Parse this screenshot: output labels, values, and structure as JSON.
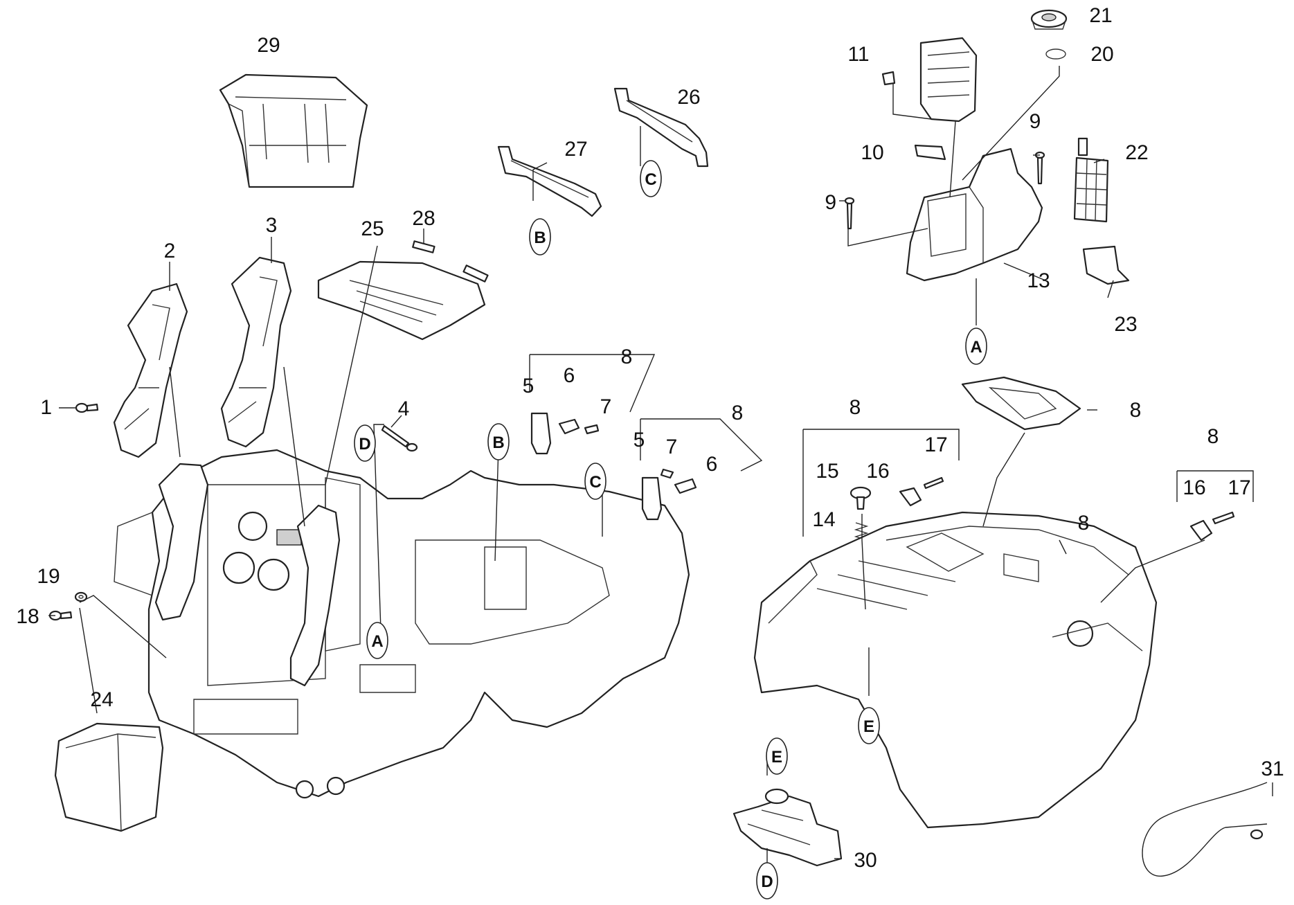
{
  "diagram": {
    "part_numbers": [
      {
        "id": "p1",
        "label": "1"
      },
      {
        "id": "p2",
        "label": "2"
      },
      {
        "id": "p3",
        "label": "3"
      },
      {
        "id": "p4",
        "label": "4"
      },
      {
        "id": "p5a",
        "label": "5"
      },
      {
        "id": "p5b",
        "label": "5"
      },
      {
        "id": "p6a",
        "label": "6"
      },
      {
        "id": "p6b",
        "label": "6"
      },
      {
        "id": "p7a",
        "label": "7"
      },
      {
        "id": "p7b",
        "label": "7"
      },
      {
        "id": "p8a",
        "label": "8"
      },
      {
        "id": "p8b",
        "label": "8"
      },
      {
        "id": "p8c",
        "label": "8"
      },
      {
        "id": "p8d",
        "label": "8"
      },
      {
        "id": "p8e",
        "label": "8"
      },
      {
        "id": "p8f",
        "label": "8"
      },
      {
        "id": "p9a",
        "label": "9"
      },
      {
        "id": "p9b",
        "label": "9"
      },
      {
        "id": "p10",
        "label": "10"
      },
      {
        "id": "p11",
        "label": "11"
      },
      {
        "id": "p13",
        "label": "13"
      },
      {
        "id": "p14",
        "label": "14"
      },
      {
        "id": "p15",
        "label": "15"
      },
      {
        "id": "p16a",
        "label": "16"
      },
      {
        "id": "p16b",
        "label": "16"
      },
      {
        "id": "p17a",
        "label": "17"
      },
      {
        "id": "p17b",
        "label": "17"
      },
      {
        "id": "p18",
        "label": "18"
      },
      {
        "id": "p19",
        "label": "19"
      },
      {
        "id": "p20",
        "label": "20"
      },
      {
        "id": "p21",
        "label": "21"
      },
      {
        "id": "p22",
        "label": "22"
      },
      {
        "id": "p23",
        "label": "23"
      },
      {
        "id": "p24",
        "label": "24"
      },
      {
        "id": "p25",
        "label": "25"
      },
      {
        "id": "p26",
        "label": "26"
      },
      {
        "id": "p27",
        "label": "27"
      },
      {
        "id": "p28",
        "label": "28"
      },
      {
        "id": "p29",
        "label": "29"
      },
      {
        "id": "p30",
        "label": "30"
      },
      {
        "id": "p31",
        "label": "31"
      }
    ],
    "connection_refs": [
      {
        "id": "refA1",
        "label": "A"
      },
      {
        "id": "refA2",
        "label": "A"
      },
      {
        "id": "refB1",
        "label": "B"
      },
      {
        "id": "refB2",
        "label": "B"
      },
      {
        "id": "refC1",
        "label": "C"
      },
      {
        "id": "refC2",
        "label": "C"
      },
      {
        "id": "refD1",
        "label": "D"
      },
      {
        "id": "refD2",
        "label": "D"
      },
      {
        "id": "refE1",
        "label": "E"
      },
      {
        "id": "refE2",
        "label": "E"
      }
    ]
  }
}
